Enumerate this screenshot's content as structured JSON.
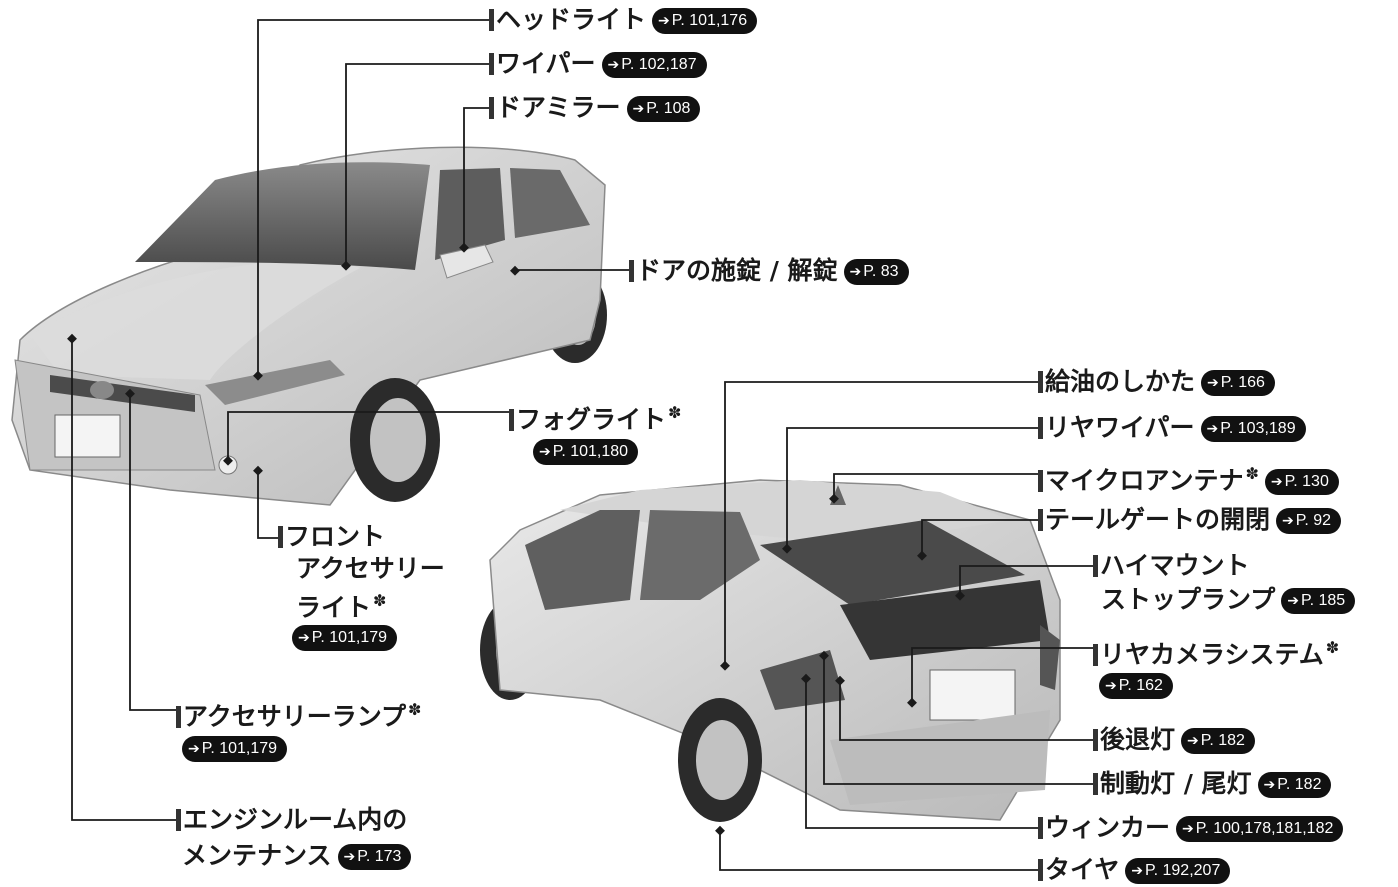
{
  "callouts": {
    "headlight": {
      "text": "ヘッドライト",
      "ref": "P. 101,176"
    },
    "wiper": {
      "text": "ワイパー",
      "ref": "P. 102,187"
    },
    "door_mirror": {
      "text": "ドアミラー",
      "ref": "P. 108"
    },
    "door_lock": {
      "text": "ドアの施錠 / 解錠",
      "ref": "P. 83"
    },
    "fog_light": {
      "text": "フォグライト",
      "mark": "✽",
      "ref": "P. 101,180"
    },
    "front_accessory_light": {
      "line1": "フロント",
      "line2": "アクセサリー",
      "line3": "ライト",
      "mark": "✽",
      "ref": "P. 101,179"
    },
    "accessory_lamp": {
      "text": "アクセサリーランプ",
      "mark": "✽",
      "ref": "P. 101,179"
    },
    "engine_room": {
      "line1": "エンジンルーム内の",
      "line2": "メンテナンス",
      "ref": "P. 173"
    },
    "refueling": {
      "text": "給油のしかた",
      "ref": "P. 166"
    },
    "rear_wiper": {
      "text": "リヤワイパー",
      "ref": "P. 103,189"
    },
    "micro_antenna": {
      "text": "マイクロアンテナ",
      "mark": "✽",
      "ref": "P. 130"
    },
    "tailgate": {
      "text": "テールゲートの開閉",
      "ref": "P. 92"
    },
    "high_mount_stop": {
      "line1": "ハイマウント",
      "line2": "ストップランプ",
      "ref": "P. 185"
    },
    "rear_camera": {
      "text": "リヤカメラシステム",
      "mark": "✽",
      "ref": "P. 162"
    },
    "backup_light": {
      "text": "後退灯",
      "ref": "P. 182"
    },
    "brake_tail": {
      "text": "制動灯 / 尾灯",
      "ref": "P. 182"
    },
    "turn_signal": {
      "text": "ウィンカー",
      "ref": "P. 100,178,181,182"
    },
    "tire": {
      "text": "タイヤ",
      "ref": "P. 192,207"
    }
  },
  "colors": {
    "ink": "#1a1a1a",
    "car_body": "#cfcfcf",
    "glass": "#6a6a6a",
    "ref_badge": "#111111"
  }
}
